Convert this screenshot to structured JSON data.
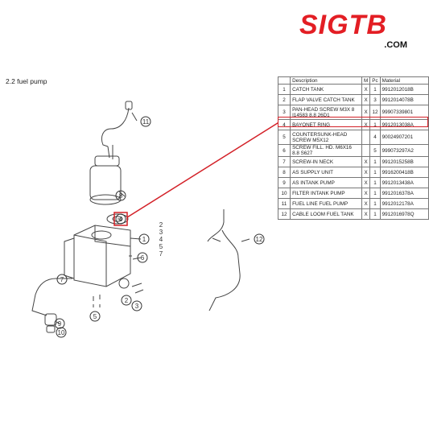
{
  "brand": {
    "logo_main": "SIGTB",
    "logo_sub": ".COM",
    "color": "#e31e24"
  },
  "section_title": "2.2  fuel pump",
  "diagram": {
    "callouts": [
      "11",
      "8",
      "4",
      "1",
      "6",
      "7",
      "9",
      "10",
      "5",
      "2",
      "3",
      "12"
    ],
    "number_stack": [
      "2",
      "3",
      "4",
      "5",
      "7"
    ],
    "highlight_color": "#d32027"
  },
  "table": {
    "headers": [
      "",
      "Description",
      "M",
      "Pc",
      "Material"
    ],
    "rows": [
      {
        "pos": "1",
        "desc": "CATCH TANK",
        "m": "X",
        "pc": "1",
        "mat": "9912012018B"
      },
      {
        "pos": "2",
        "desc": "FLAP VALVE CATCH TANK",
        "m": "X",
        "pc": "3",
        "mat": "9912014078B"
      },
      {
        "pos": "3",
        "desc": "PAN-HEAD SCREW M3X 8 I14583 8.8 26D1",
        "m": "X",
        "pc": "12",
        "mat": "99907339801"
      },
      {
        "pos": "4",
        "desc": "BAYONET RING",
        "m": "X",
        "pc": "1",
        "mat": "9912013038A"
      },
      {
        "pos": "5",
        "desc": "COUNTERSUNK-HEAD SCREW M5X12",
        "m": "",
        "pc": "4",
        "mat": "90024907201"
      },
      {
        "pos": "6",
        "desc": "SCREW FILL. HD. M6X16 8.8 S627",
        "m": "",
        "pc": "5",
        "mat": "999073297A2"
      },
      {
        "pos": "7",
        "desc": "SCREW-IN NECK",
        "m": "X",
        "pc": "1",
        "mat": "9912015258B"
      },
      {
        "pos": "8",
        "desc": "AS SUPPLY UNIT",
        "m": "X",
        "pc": "1",
        "mat": "9916200418B"
      },
      {
        "pos": "9",
        "desc": "AS INTANK PUMP",
        "m": "X",
        "pc": "1",
        "mat": "9912013438A"
      },
      {
        "pos": "10",
        "desc": "FILTER INTANK PUMP",
        "m": "X",
        "pc": "1",
        "mat": "9912016378A"
      },
      {
        "pos": "11",
        "desc": "FUEL LINE FUEL PUMP",
        "m": "X",
        "pc": "1",
        "mat": "9912012178A"
      },
      {
        "pos": "12",
        "desc": "CABLE LOOM FUEL TANK",
        "m": "X",
        "pc": "1",
        "mat": "9912016978Q"
      }
    ]
  }
}
